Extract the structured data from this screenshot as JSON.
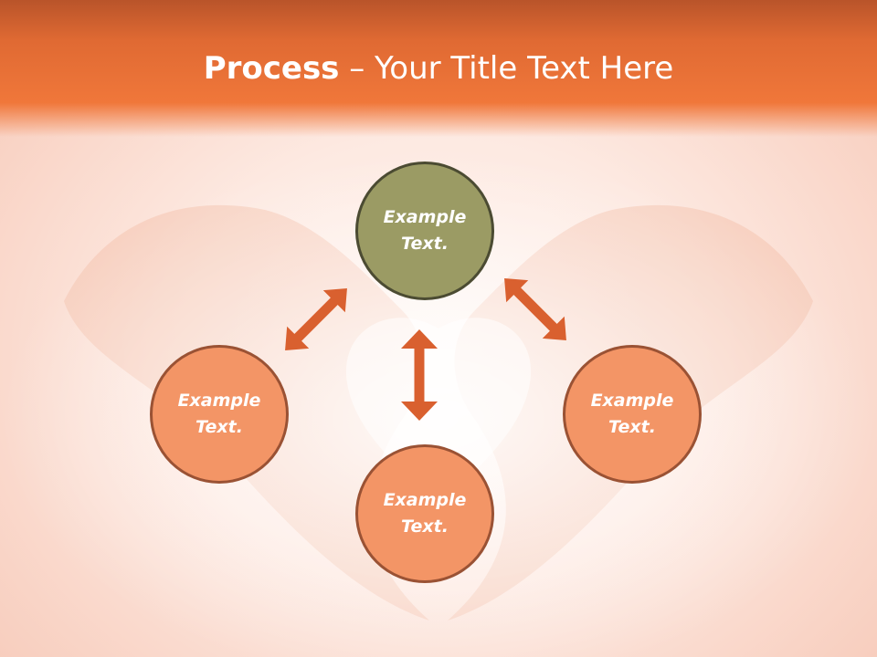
{
  "header": {
    "title_bold": "Process",
    "title_rest": " – Your Title Text Here"
  },
  "nodes": [
    {
      "id": "top",
      "line1": "Example",
      "line2": "Text."
    },
    {
      "id": "left",
      "line1": "Example",
      "line2": "Text."
    },
    {
      "id": "bottom",
      "line1": "Example",
      "line2": "Text."
    },
    {
      "id": "right",
      "line1": "Example",
      "line2": "Text."
    }
  ],
  "colors": {
    "header": "#f0773a",
    "node_orange": "#f39566",
    "node_olive": "#9b9b64",
    "arrow": "#d9602f"
  }
}
